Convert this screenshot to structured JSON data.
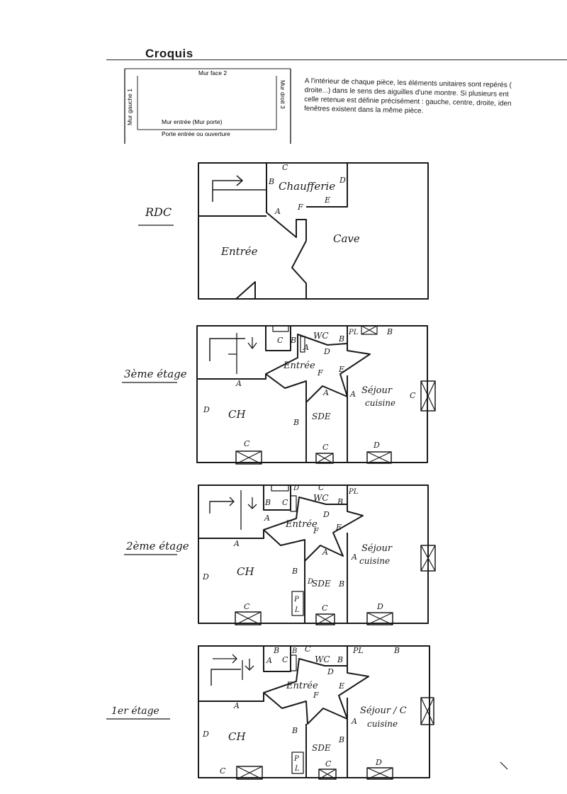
{
  "header": {
    "title": "Croquis"
  },
  "legend": {
    "wall_face": "Mur face 2",
    "wall_left": "Mur gauche 1",
    "wall_right": "Mur droit 3",
    "wall_entry": "Mur entrée (Mur porte)",
    "entry_door": "Porte entrée ou ouverture",
    "notes": [
      "A l'intérieur de chaque pièce, les éléments unitaires sont repérés (",
      "droite...) dans le sens des aiguilles d'une montre. Si plusieurs ent",
      "celle retenue est définie précisément : gauche, centre, droite, iden",
      "fenêtres existent dans la même pièce."
    ]
  },
  "floors": {
    "rdc": {
      "label": "RDC",
      "rooms": {
        "chaufferie": "Chaufferie",
        "entree": "Entrée",
        "cave": "Cave"
      },
      "marks": {
        "a": "A",
        "b": "B",
        "c": "C",
        "d": "D",
        "e": "E",
        "f": "F"
      }
    },
    "etage3": {
      "label": "3ème étage",
      "rooms": {
        "entree": "Entrée",
        "wc": "WC",
        "sejour": "Séjour",
        "cuisine": "cuisine",
        "ch": "CH",
        "sde": "SDE"
      },
      "marks": {
        "a": "A",
        "b": "B",
        "c": "C",
        "d": "D",
        "e": "E",
        "f": "F",
        "pl": "PL"
      }
    },
    "etage2": {
      "label": "2ème étage",
      "rooms": {
        "entree": "Entrée",
        "wc": "WC",
        "sejour": "Séjour",
        "cuisine": "cuisine",
        "ch": "CH",
        "sde": "SDE"
      },
      "marks": {
        "a": "A",
        "b": "B",
        "c": "C",
        "d": "D",
        "e": "E",
        "f": "F",
        "p": "P",
        "l": "L",
        "pl": "PL"
      }
    },
    "etage1": {
      "label": "1er étage",
      "rooms": {
        "entree": "Entrée",
        "wc": "WC",
        "sejour": "Séjour / C",
        "cuisine": "cuisine",
        "ch": "CH",
        "sde": "SDE"
      },
      "marks": {
        "a": "A",
        "b": "B",
        "c": "C",
        "d": "D",
        "e": "E",
        "f": "F",
        "p": "P",
        "l": "L",
        "pl": "PL"
      }
    }
  }
}
